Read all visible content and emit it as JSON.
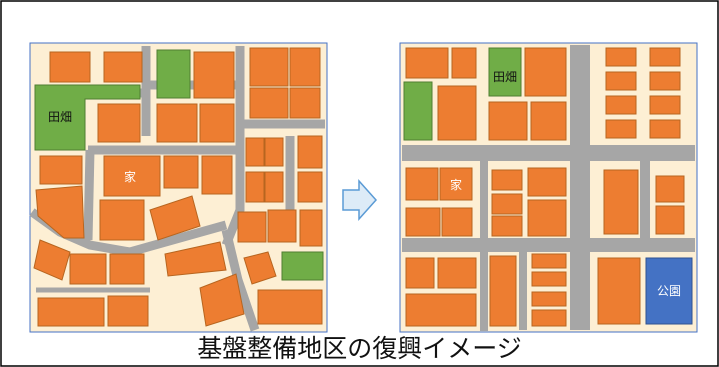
{
  "caption": "基盤整備地区の復興イメージ",
  "left_map": {
    "labels": {
      "field": "田畑",
      "house": "家"
    }
  },
  "right_map": {
    "labels": {
      "field": "田畑",
      "house": "家",
      "park": "公園"
    }
  },
  "arrow_icon": "right-arrow-icon",
  "colors": {
    "building": "#ED7D31",
    "building_edge": "#B7651F",
    "field": "#70AD47",
    "park": "#4472C4",
    "road": "#A6A6A6",
    "ground": "#FDEFD4",
    "arrow_fill": "#DDEBF7",
    "arrow_stroke": "#5B9BD5",
    "frame": "#000000",
    "map_border": "#4472C4"
  }
}
